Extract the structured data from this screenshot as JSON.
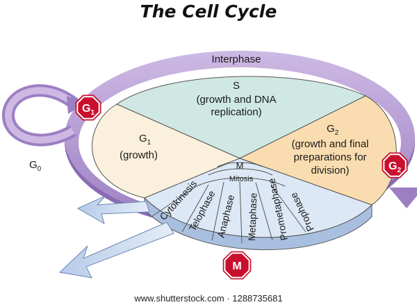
{
  "title": "The Cell Cycle",
  "interphase_label": "Interphase",
  "s_phase": {
    "name": "S",
    "line1": "(growth and DNA",
    "line2": "replication)"
  },
  "g1_phase": {
    "name": "G",
    "sub": "1",
    "line1": "(growth)"
  },
  "g2_phase": {
    "name": "G",
    "sub": "2",
    "line1": "(growth and final",
    "line2": "preparations for",
    "line3": "division)"
  },
  "g0_label": {
    "name": "G",
    "sub": "0"
  },
  "m_label": "M",
  "mitosis_label": "Mitosis",
  "mitosis_stages": [
    "Cytokinesis",
    "Telophase",
    "Anaphase",
    "Metaphase",
    "Prometaphase",
    "Prophase"
  ],
  "checkpoints": {
    "g1": {
      "name": "G",
      "sub": "1"
    },
    "g2": {
      "name": "G",
      "sub": "2"
    },
    "m": {
      "name": "M"
    }
  },
  "colors": {
    "ring": "#b39bd1",
    "ring_dark": "#8868b0",
    "s_fill": "#cfe8e4",
    "g1_fill": "#fbf0dc",
    "g2_fill": "#f9ddb0",
    "mitosis_fill": "#dde8f6",
    "arrow_fill": "#cbdbf0",
    "checkpoint": "#c8102e"
  },
  "footer": "www.shutterstock.com · 1288735681"
}
